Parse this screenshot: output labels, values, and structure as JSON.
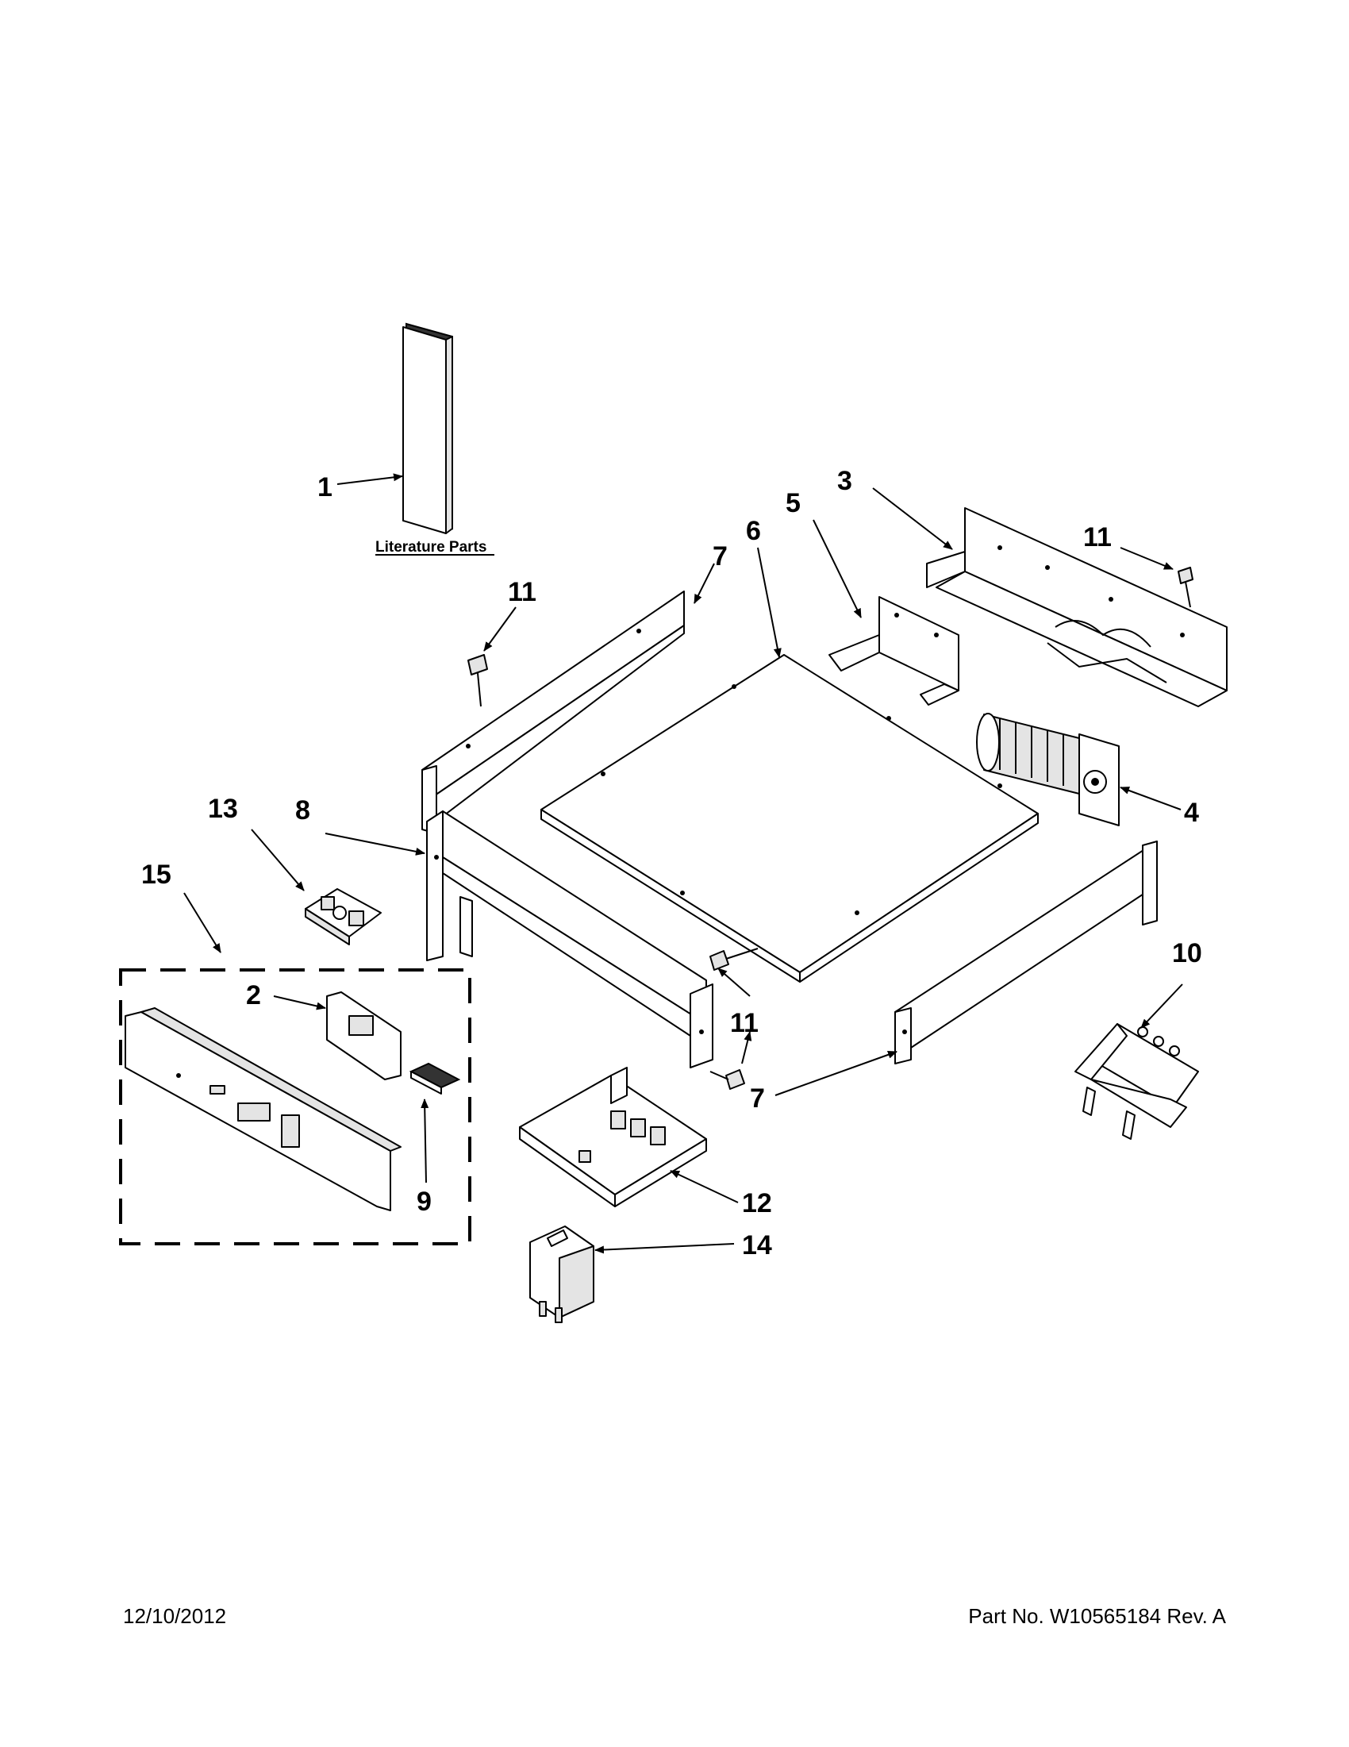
{
  "literature": {
    "label": "Literature Parts"
  },
  "callouts": {
    "c1": "1",
    "c2": "2",
    "c3": "3",
    "c4": "4",
    "c5": "5",
    "c6": "6",
    "c7a": "7",
    "c7b": "7",
    "c8": "8",
    "c9": "9",
    "c10": "10",
    "c11a": "11",
    "c11b": "11",
    "c11c": "11",
    "c12": "12",
    "c13": "13",
    "c14": "14",
    "c15": "15"
  },
  "footer": {
    "date": "12/10/2012",
    "part_number": "Part No.  W10565184  Rev.  A"
  }
}
